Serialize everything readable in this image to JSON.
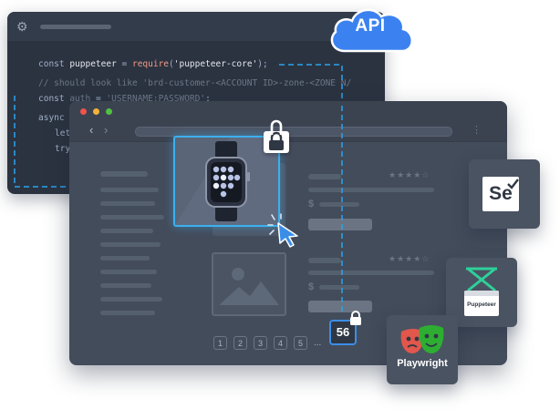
{
  "code": {
    "line1": {
      "a": "const ",
      "b": "puppeteer",
      "c": " = ",
      "d": "require",
      "e": "(",
      "f": "'puppeteer-core'",
      "g": ");"
    },
    "line2": "// should look like 'brd-customer-<ACCOUNT ID>-zone-<ZONE N/",
    "line3": {
      "a": "const ",
      "b": "auth",
      "c": " = ",
      "d": "'USERNAME:PASSWORD'",
      "e": ";"
    },
    "line4": "async",
    "line5": "let",
    "line6": "try"
  },
  "api": {
    "label": "API"
  },
  "pagination": {
    "pages": [
      "1",
      "2",
      "3",
      "4",
      "5"
    ],
    "ellipsis": "..."
  },
  "counter": {
    "value": "56"
  },
  "tools": {
    "selenium": {
      "label": "Se"
    },
    "puppeteer": {
      "label": "Puppeteer"
    },
    "playwright": {
      "label": "Playwright"
    }
  },
  "colors": {
    "accent": "#3b8ee8",
    "cloud": "#3b82f0",
    "editor_bg": "#2b3340",
    "browser_bg": "#434c5b",
    "card_border": "#3bb0f0"
  }
}
